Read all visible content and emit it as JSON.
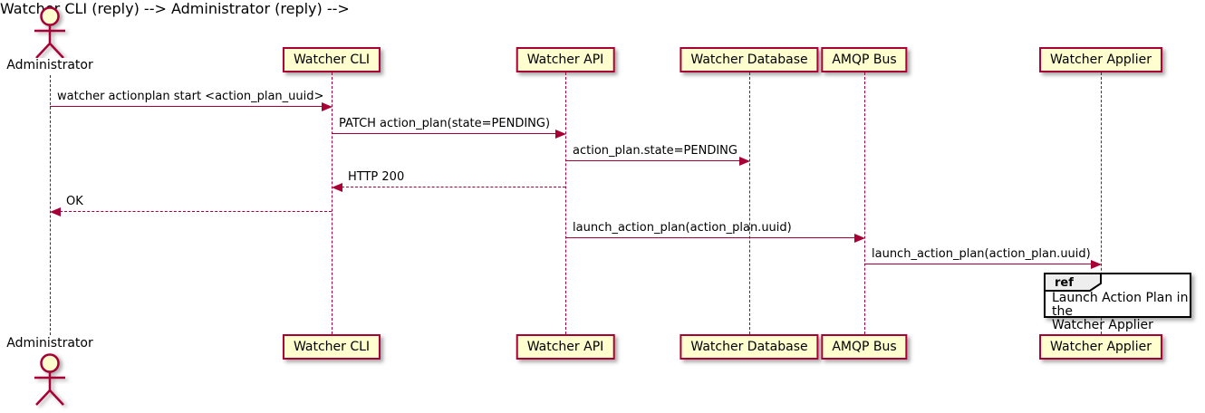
{
  "diagram_type": "sequence-diagram",
  "colors": {
    "participant_fill": "#FEFECE",
    "participant_border": "#A80036",
    "arrow": "#A80036",
    "lifeline": "#A80036",
    "text": "#000000",
    "ref_border": "#000000",
    "ref_header_fill": "#EEEEEE",
    "background": "#FFFFFF"
  },
  "actor": {
    "name": "Administrator"
  },
  "participants": [
    {
      "label": "Watcher CLI"
    },
    {
      "label": "Watcher API"
    },
    {
      "label": "Watcher Database"
    },
    {
      "label": "AMQP Bus"
    },
    {
      "label": "Watcher Applier"
    }
  ],
  "messages": [
    {
      "label": "watcher actionplan start <action_plan_uuid>",
      "from": "Administrator",
      "to": "Watcher CLI",
      "line": "solid"
    },
    {
      "label": "PATCH action_plan(state=PENDING)",
      "from": "Watcher CLI",
      "to": "Watcher API",
      "line": "solid"
    },
    {
      "label": "action_plan.state=PENDING",
      "from": "Watcher API",
      "to": "Watcher Database",
      "line": "solid"
    },
    {
      "label": "HTTP 200",
      "from": "Watcher API",
      "to": "Watcher CLI",
      "line": "dashed"
    },
    {
      "label": "OK",
      "from": "Watcher CLI",
      "to": "Administrator",
      "line": "dashed"
    },
    {
      "label": "launch_action_plan(action_plan.uuid)",
      "from": "Watcher API",
      "to": "AMQP Bus",
      "line": "solid"
    },
    {
      "label": "launch_action_plan(action_plan.uuid)",
      "from": "AMQP Bus",
      "to": "Watcher Applier",
      "line": "solid"
    }
  ],
  "ref": {
    "keyword": "ref",
    "over": "Watcher Applier",
    "text": "Launch Action Plan in the Watcher Applier",
    "lines": [
      "Launch Action Plan in the",
      "Watcher Applier"
    ]
  }
}
